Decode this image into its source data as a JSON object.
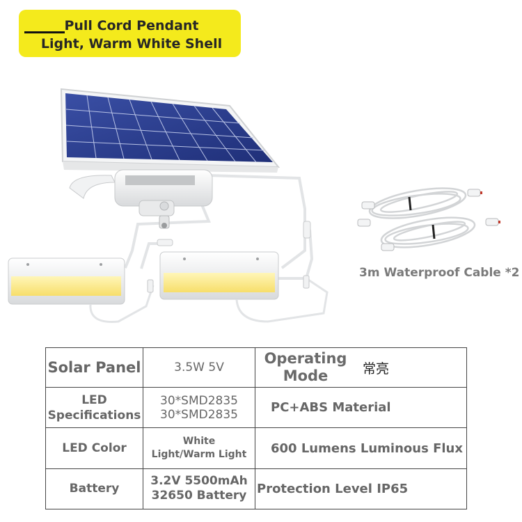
{
  "title": {
    "line1": "Pull Cord Pendant",
    "line2": "Light, Warm White Shell"
  },
  "cable_caption": "3m Waterproof Cable *2",
  "specs": {
    "solar_panel_label": "Solar Panel",
    "solar_panel_value": "3.5W 5V",
    "operating_mode_label_1": "Operating",
    "operating_mode_label_2": "Mode",
    "operating_mode_value": "常亮",
    "led_spec_label_1": "LED",
    "led_spec_label_2": "Specifications",
    "led_spec_value_1": "30*SMD2835",
    "led_spec_value_2": "30*SMD2835",
    "material": "PC+ABS Material",
    "led_color_label": "LED Color",
    "led_color_value_1": "White",
    "led_color_value_2": "Light/Warm Light",
    "luminous_flux": "600 Lumens Luminous Flux",
    "battery_label": "Battery",
    "battery_value_1": "3.2V 5500mAh",
    "battery_value_2": "32650 Battery",
    "protection": "Protection Level IP65"
  },
  "colors": {
    "badge": "#f4ea1c",
    "panel_cells": "#2b3f8f",
    "lamp_glow": "#fbe98a"
  }
}
